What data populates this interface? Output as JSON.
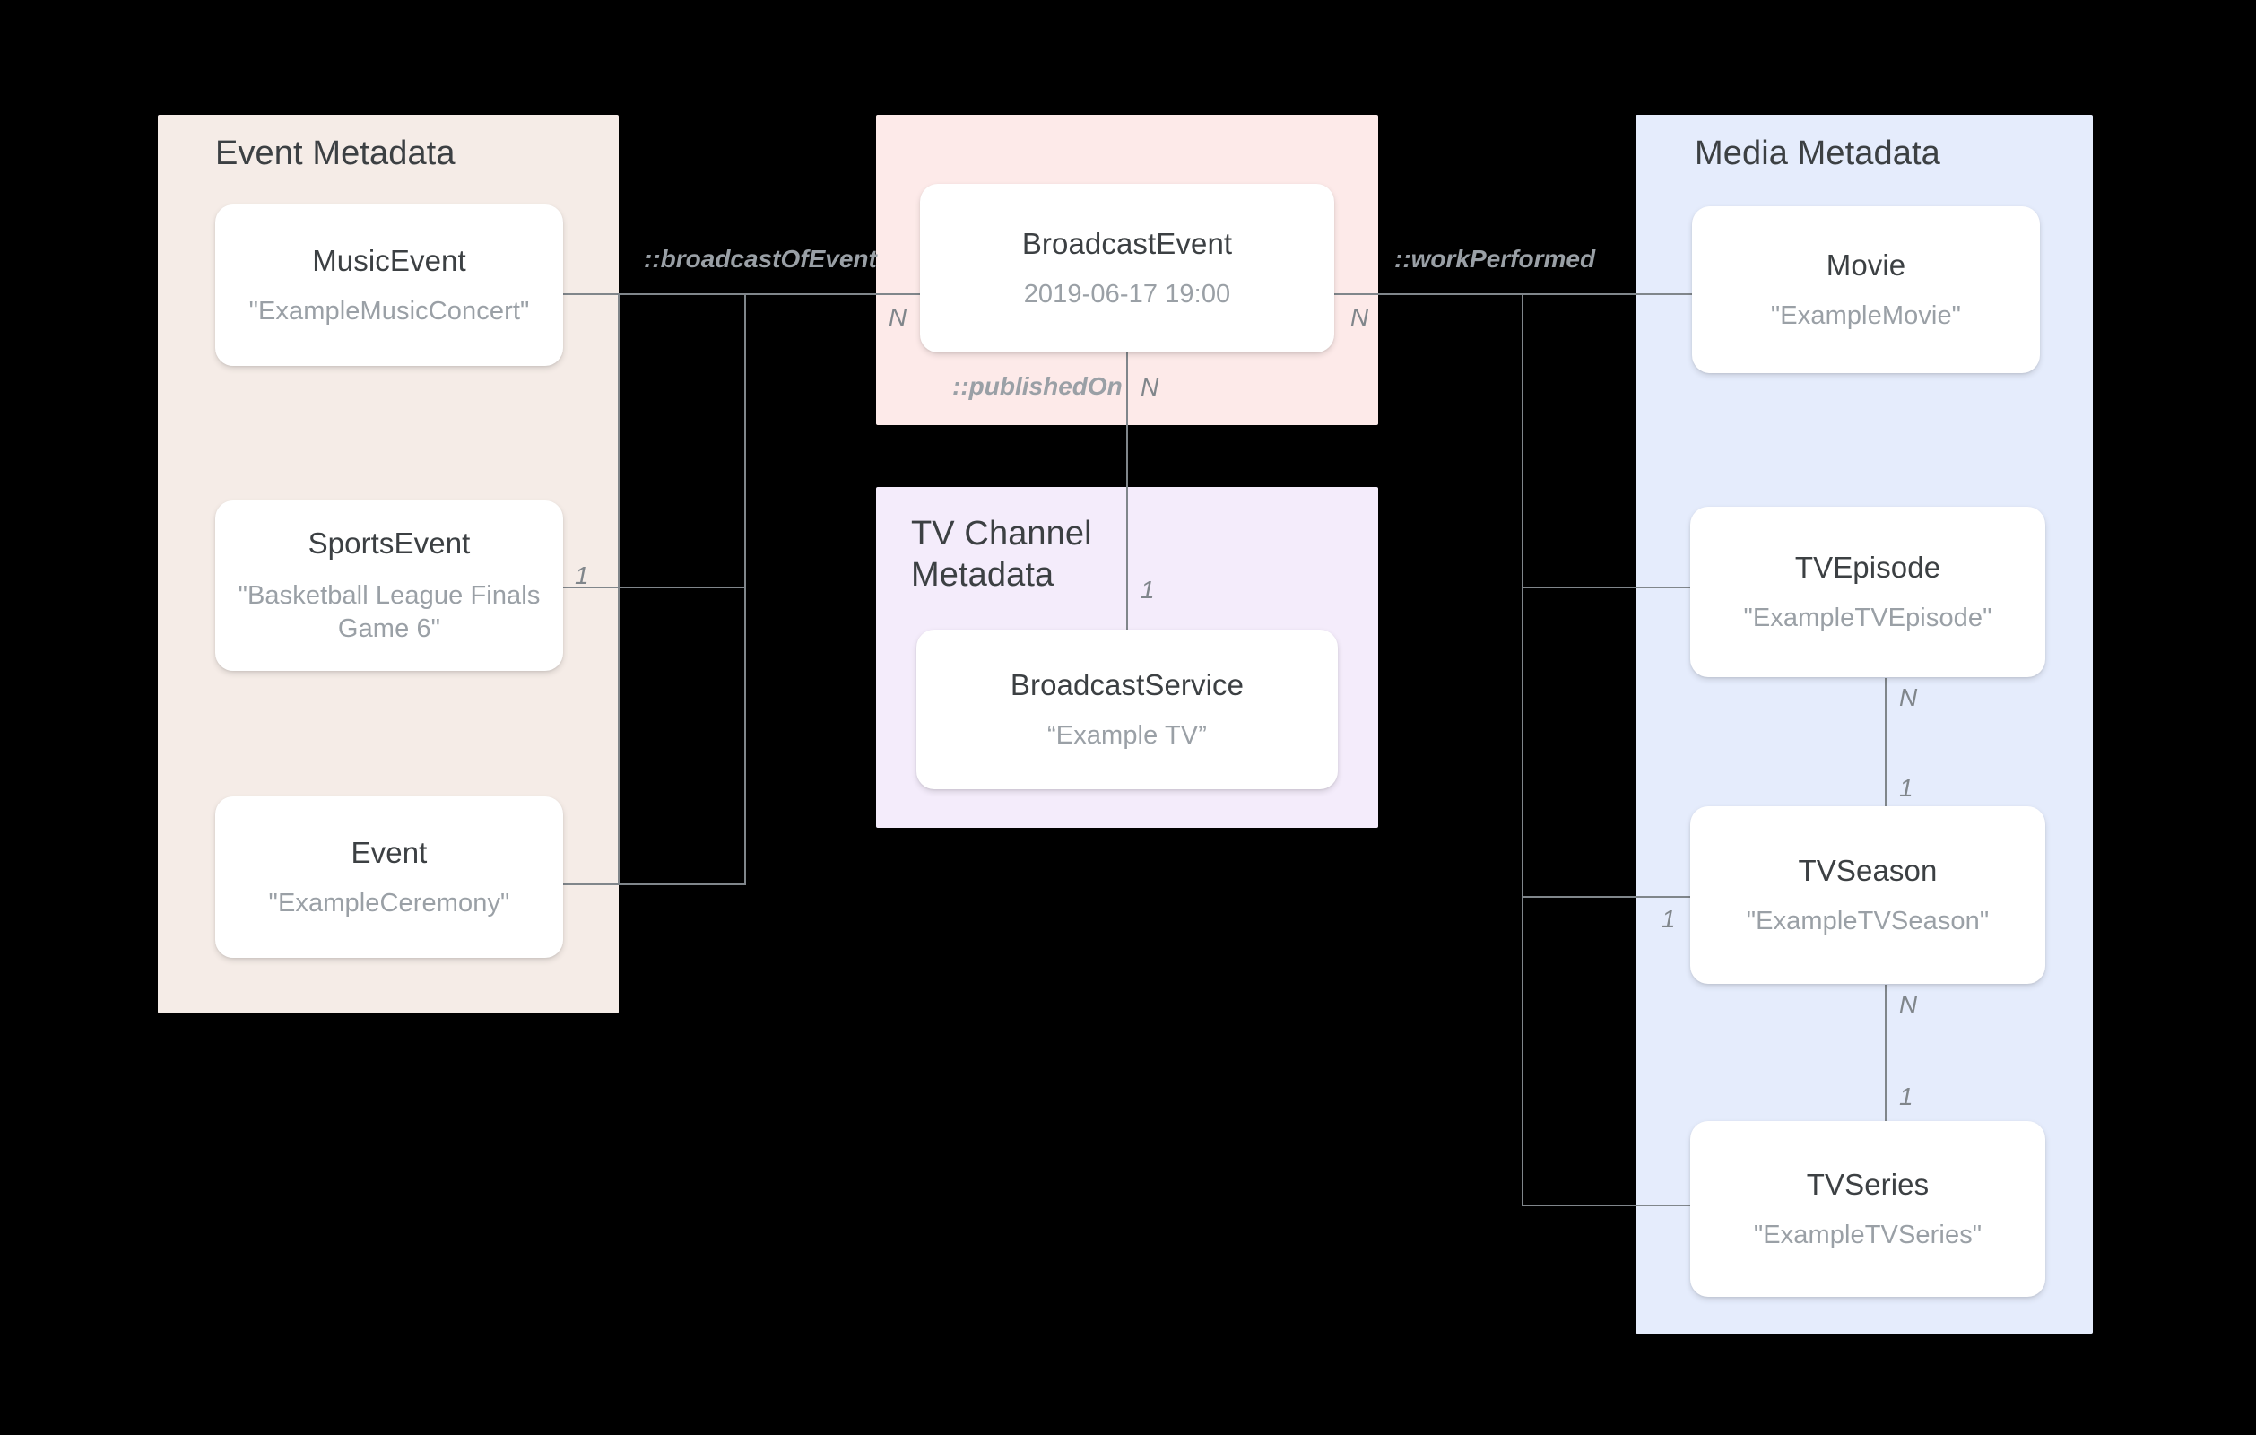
{
  "diagram": {
    "title_event": "Event Metadata",
    "title_broadcast_panel": "",
    "title_tvchannel": "TV Channel\nMetadata",
    "title_media": "Media Metadata",
    "colors": {
      "event_panel": "#f5ece7",
      "broadcast_panel": "#fdeae9",
      "tvchannel_panel": "#f4ecfb",
      "media_panel": "#e5ecfc",
      "node_bg": "#ffffff",
      "title_text": "#3c4043",
      "sub_text": "#9aa0a6",
      "edge": "#80868b",
      "background": "#000000"
    }
  },
  "nodes": {
    "music_event": {
      "title": "MusicEvent",
      "sub": "\"ExampleMusicConcert\""
    },
    "sports_event": {
      "title": "SportsEvent",
      "sub": "\"Basketball League Finals Game 6\""
    },
    "event": {
      "title": "Event",
      "sub": "\"ExampleCeremony\""
    },
    "broadcast_event": {
      "title": "BroadcastEvent",
      "sub": "2019-06-17 19:00"
    },
    "broadcast_service": {
      "title": "BroadcastService",
      "sub": "“Example TV”"
    },
    "movie": {
      "title": "Movie",
      "sub": "\"ExampleMovie\""
    },
    "tv_episode": {
      "title": "TVEpisode",
      "sub": "\"ExampleTVEpisode\""
    },
    "tv_season": {
      "title": "TVSeason",
      "sub": "\"ExampleTVSeason\""
    },
    "tv_series": {
      "title": "TVSeries",
      "sub": "\"ExampleTVSeries\""
    }
  },
  "relations": {
    "broadcast_of_event": "::broadcastOfEvent",
    "published_on": "::publishedOn",
    "work_performed": "::workPerformed"
  },
  "cardinalities": {
    "sports_event_side": "1",
    "broadcast_event_left": "N",
    "broadcast_event_right": "N",
    "broadcast_event_down": "N",
    "broadcast_service_up": "1",
    "tv_episode_down": "N",
    "tv_season_up": "1",
    "tv_season_left": "1",
    "tv_season_down": "N",
    "tv_series_up": "1"
  }
}
